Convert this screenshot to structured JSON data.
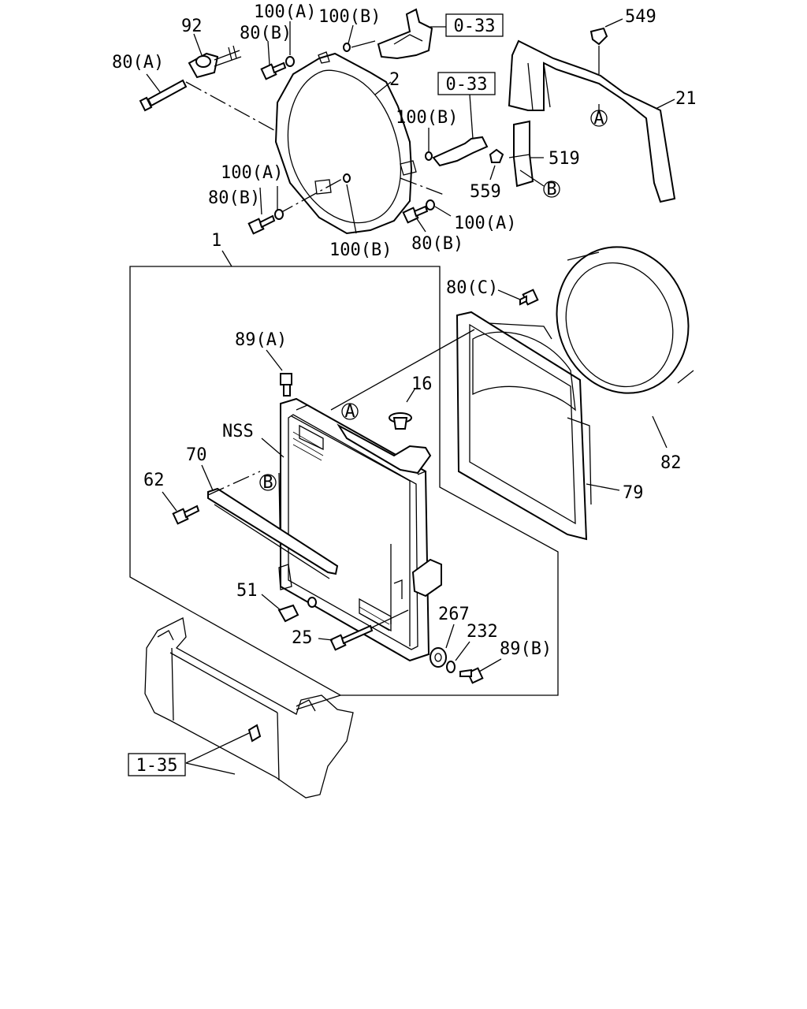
{
  "labels": {
    "p92": "92",
    "p100a_top": "100(A)",
    "p100b_top": "100(B)",
    "p80b_top": "80(B)",
    "p80a": "80(A)",
    "ref_033_top": "0-33",
    "p549": "549",
    "p2": "2",
    "ref_033_mid": "0-33",
    "p21": "21",
    "p100b_mid": "100(B)",
    "p519": "519",
    "p559": "559",
    "p100a_mid": "100(A)",
    "p80b_mid": "80(B)",
    "p100a_right": "100(A)",
    "p80b_low": "80(B)",
    "p100b_low": "100(B)",
    "p1": "1",
    "p80c": "80(C)",
    "p89a": "89(A)",
    "p16": "16",
    "nss": "NSS",
    "p70": "70",
    "p62": "62",
    "p79": "79",
    "p82": "82",
    "p51": "51",
    "p267": "267",
    "p232": "232",
    "p89b": "89(B)",
    "p25": "25",
    "ref_135": "1-35",
    "marker_a": "A",
    "marker_b": "B"
  }
}
